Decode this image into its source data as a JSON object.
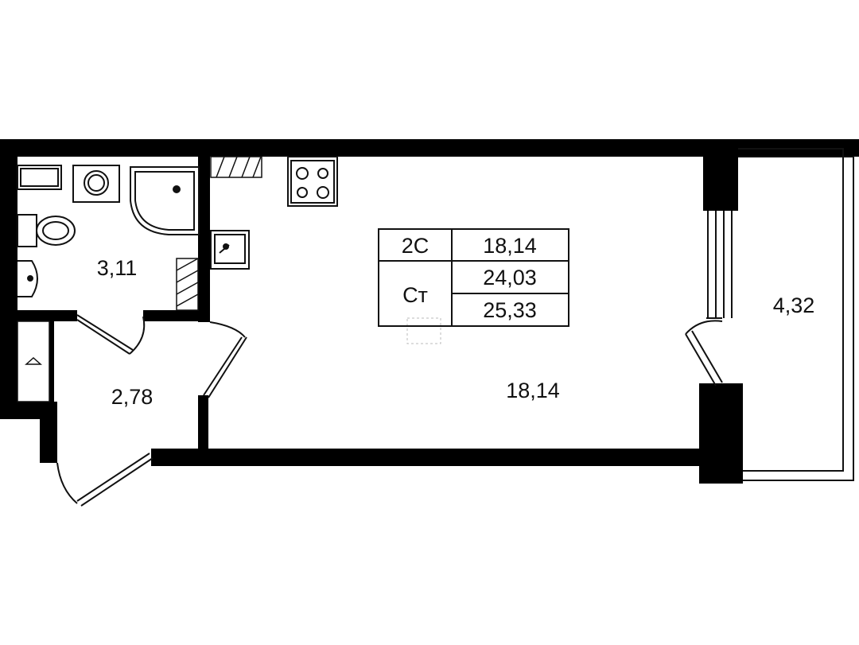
{
  "rooms": {
    "bathroom_area": "3,11",
    "hallway_area": "2,78",
    "living_area": "18,14",
    "balcony_area": "4,32"
  },
  "info_box": {
    "type_code": "2С",
    "type_value": "18,14",
    "studio_code": "Ст",
    "area_1": "24,03",
    "area_2": "25,33"
  },
  "colors": {
    "wall": "#000000",
    "line": "#111111",
    "background": "#ffffff"
  }
}
